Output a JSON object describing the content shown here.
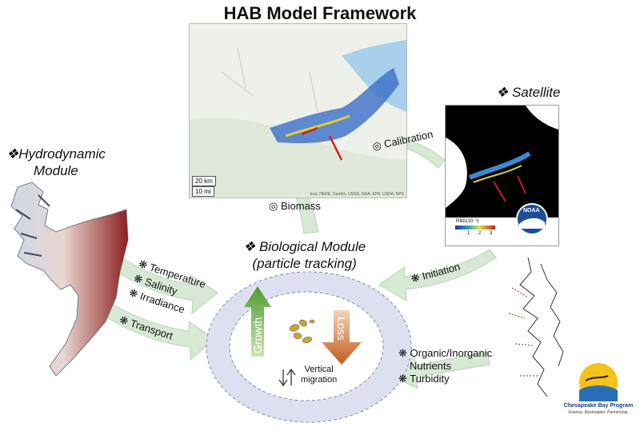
{
  "title": "HAB Model Framework",
  "map": {
    "scale_km": "20 km",
    "scale_mi": "10 mi",
    "attribution": "Esri, HERE, Garmin, USGS, NGA, EPA, USDA, NPS"
  },
  "satellite": {
    "title": "Satellite",
    "colorbar_label": "RBD(10⁻³)",
    "colorbar_ticks": [
      "1",
      "2",
      "3"
    ],
    "logo_text": "NOAA"
  },
  "hydro": {
    "title_line1": "Hydrodynamic",
    "title_line2": "Module"
  },
  "bio": {
    "title_line1": "Biological Module",
    "title_line2": "(particle tracking)"
  },
  "flows": {
    "calibration": "Calibration",
    "biomass": "Biomass",
    "initiation": "Initiation",
    "temperature": "Temperature",
    "salinity": "Salinity",
    "irradiance": "Irradiance",
    "transport": "Transport",
    "nutrients_line1": "Organic/Inorganic",
    "nutrients_line2": "Nutrients",
    "turbidity": "Turbidity"
  },
  "processes": {
    "growth": "Growth",
    "loss": "Loss",
    "vertical_line1": "Vertical",
    "vertical_line2": "migration"
  },
  "cbp": {
    "name": "Chesapeake Bay Program",
    "tagline": "Science. Restoration. Partnership."
  },
  "colors": {
    "growth": "#5aa23a",
    "loss": "#c9662a",
    "ring": "#d8dcee",
    "flow_arrow": "#cfe3cf"
  }
}
